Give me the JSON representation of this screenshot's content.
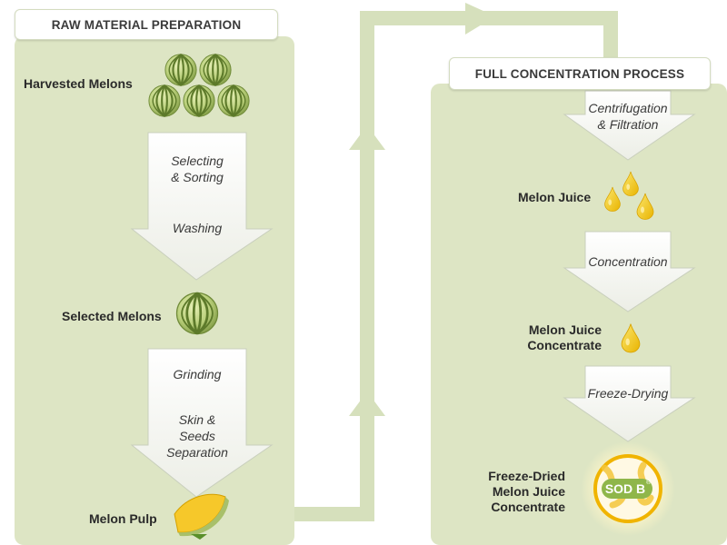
{
  "sections": {
    "raw": {
      "title": "RAW MATERIAL PREPARATION"
    },
    "full": {
      "title": "FULL CONCENTRATION PROCESS"
    }
  },
  "raw_items": {
    "harvested": "Harvested Melons",
    "selected": "Selected Melons",
    "pulp": "Melon Pulp"
  },
  "raw_steps": {
    "selecting_1": "Selecting",
    "selecting_2": "& Sorting",
    "washing": "Washing",
    "grinding": "Grinding",
    "skin_1": "Skin &",
    "skin_2": "Seeds",
    "skin_3": "Separation"
  },
  "full_items": {
    "juice": "Melon Juice",
    "concentrate_1": "Melon Juice",
    "concentrate_2": "Concentrate",
    "freeze_1": "Freeze-Dried",
    "freeze_2": "Melon Juice",
    "freeze_3": "Concentrate"
  },
  "full_steps": {
    "centrifugation_1": "Centrifugation",
    "centrifugation_2": "& Filtration",
    "concentration": "Concentration",
    "freeze_drying": "Freeze-Drying"
  },
  "badge": {
    "text": "SOD B",
    "mark": "®"
  },
  "colors": {
    "panel": "#dde5c4",
    "arrow": "#f4f5f0",
    "connector": "#d6e0bc",
    "juice": "#f3c81a"
  }
}
